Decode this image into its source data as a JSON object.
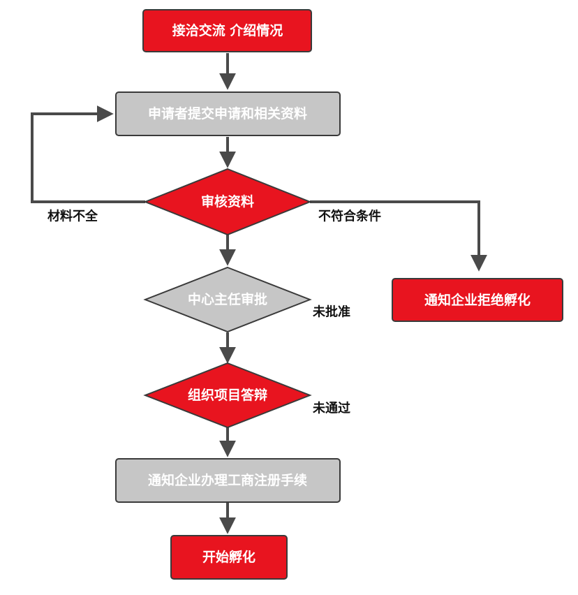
{
  "nodes": {
    "contact": "接洽交流 介绍情况",
    "submit": "申请者提交申请和相关资料",
    "review": "审核资料",
    "director": "中心主任审批",
    "defense": "组织项目答辩",
    "register": "通知企业办理工商注册手续",
    "start": "开始孵化",
    "reject": "通知企业拒绝孵化"
  },
  "edge_labels": {
    "incomplete": "材料不全",
    "not_qualified": "不符合条件",
    "not_approved": "未批准",
    "not_passed": "未通过"
  },
  "colors": {
    "red": "#e8141f",
    "grey": "#c6c6c6",
    "border": "#3a3a3a",
    "line": "#4a4a4a"
  }
}
